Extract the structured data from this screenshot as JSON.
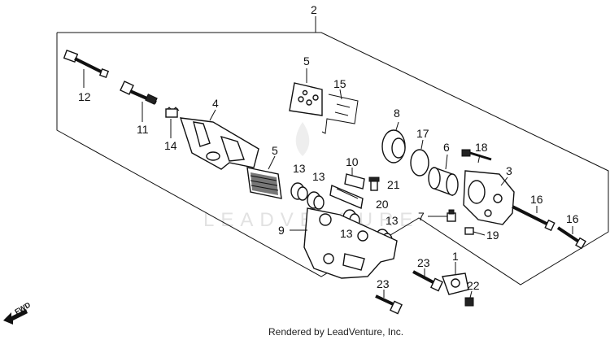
{
  "diagram": {
    "title": "",
    "assembly_label": "2",
    "callouts": [
      {
        "id": "c1",
        "text": "1"
      },
      {
        "id": "c3",
        "text": "3"
      },
      {
        "id": "c4",
        "text": "4"
      },
      {
        "id": "c5a",
        "text": "5"
      },
      {
        "id": "c5b",
        "text": "5"
      },
      {
        "id": "c6",
        "text": "6"
      },
      {
        "id": "c7",
        "text": "7"
      },
      {
        "id": "c8",
        "text": "8"
      },
      {
        "id": "c9",
        "text": "9"
      },
      {
        "id": "c10",
        "text": "10"
      },
      {
        "id": "c11",
        "text": "11"
      },
      {
        "id": "c12",
        "text": "12"
      },
      {
        "id": "c13a",
        "text": "13"
      },
      {
        "id": "c13b",
        "text": "13"
      },
      {
        "id": "c13c",
        "text": "13"
      },
      {
        "id": "c13d",
        "text": "13"
      },
      {
        "id": "c14",
        "text": "14"
      },
      {
        "id": "c15",
        "text": "15"
      },
      {
        "id": "c16a",
        "text": "16"
      },
      {
        "id": "c16b",
        "text": "16"
      },
      {
        "id": "c17",
        "text": "17"
      },
      {
        "id": "c18",
        "text": "18"
      },
      {
        "id": "c19",
        "text": "19"
      },
      {
        "id": "c20",
        "text": "20"
      },
      {
        "id": "c21",
        "text": "21"
      },
      {
        "id": "c22",
        "text": "22"
      },
      {
        "id": "c23a",
        "text": "23"
      },
      {
        "id": "c23b",
        "text": "23"
      }
    ],
    "direction_indicator": "FWD",
    "watermark": "LEADVENTURE",
    "footer_credit": "Rendered by LeadVenture, Inc."
  }
}
